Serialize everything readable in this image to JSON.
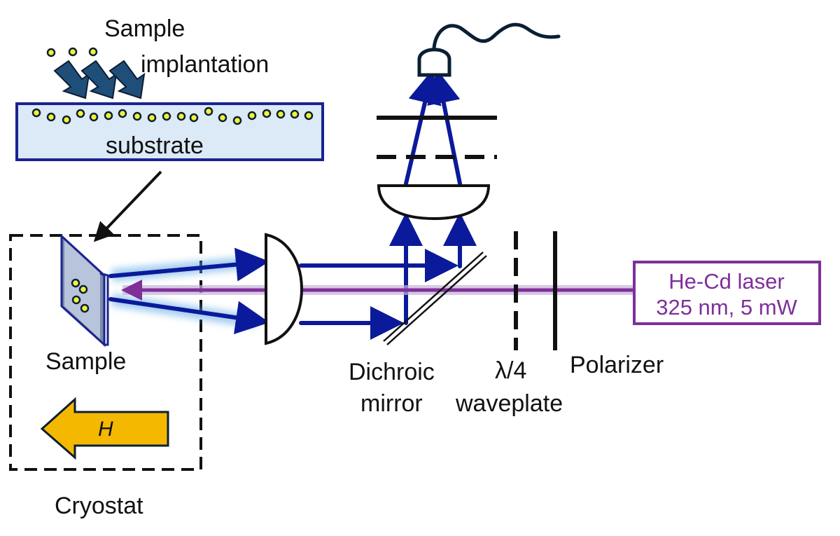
{
  "labels": {
    "sample_implantation_line1": "Sample",
    "sample_implantation_line2": "implantation",
    "substrate": "substrate",
    "sample": "Sample",
    "cryostat": "Cryostat",
    "field": "H",
    "dichroic_line1": "Dichroic",
    "dichroic_line2": "mirror",
    "waveplate_line1": "λ/4",
    "waveplate_line2": "waveplate",
    "polarizer": "Polarizer",
    "laser_line1": "He-Cd laser",
    "laser_line2": "325 nm, 5 mW"
  },
  "colors": {
    "beam_blue": "#0a1a9a",
    "laser_purple": "#7e2f9a",
    "substrate_fill": "#dce9f6",
    "field_arrow": "#f5b800",
    "implant_arrow": "#1f4e79",
    "dot_fill": "#f2f23a"
  }
}
